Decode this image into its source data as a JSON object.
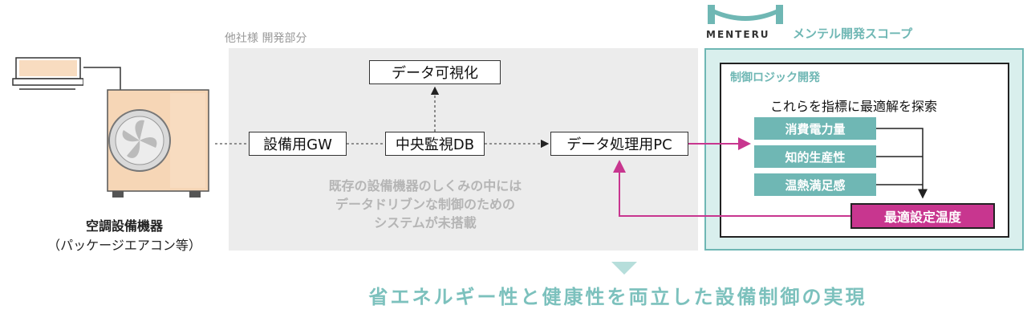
{
  "equipment": {
    "title": "空調設備機器",
    "subtitle": "（パッケージエアコン等）"
  },
  "other_company": {
    "label": "他社様 開発部分",
    "note_lines": [
      "既存の設備機器のしくみの中には",
      "データドリブンな制御のための",
      "システムが未搭載"
    ]
  },
  "nodes": {
    "gateway": "設備用GW",
    "central_db": "中央監視DB",
    "visualization": "データ可視化",
    "processing_pc": "データ処理用PC"
  },
  "menteru": {
    "logo_text": "MENTERU",
    "scope_label": "メンテル開発スコープ",
    "logic_title": "制御ロジック開発",
    "search_text": "これらを指標に最適解を探索",
    "indicators": [
      "消費電力量",
      "知的生産性",
      "温熱満足感"
    ],
    "result": "最適設定温度"
  },
  "footer": {
    "conclusion": "省エネルギー性と健康性を両立した設備制御の実現"
  },
  "colors": {
    "teal": "#6fb7b4",
    "teal_light": "#d9efed",
    "magenta": "#c8368f",
    "gray_zone": "#ececec"
  }
}
